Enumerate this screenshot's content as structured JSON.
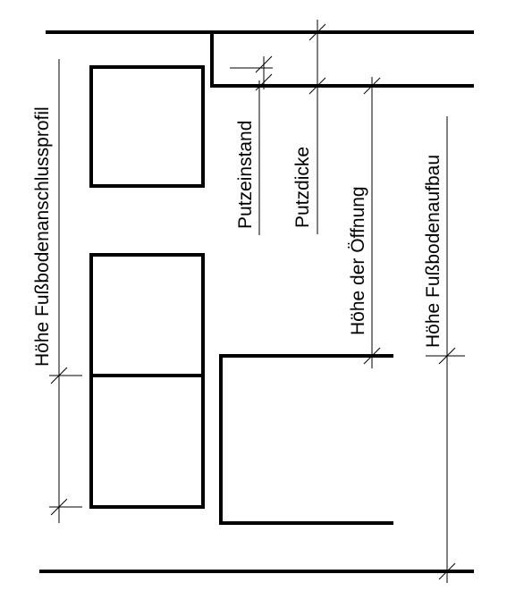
{
  "labels": {
    "hoehe_fussbodenanschlussprofil": "Höhe Fußbodenanschlussprofil",
    "putzeinstand": "Putzeinstand",
    "putzdicke": "Putzdicke",
    "hoehe_der_oeffnung": "Höhe der Öffnung",
    "hoehe_fussbodenaufbau": "Höhe Fußbodenaufbau"
  }
}
